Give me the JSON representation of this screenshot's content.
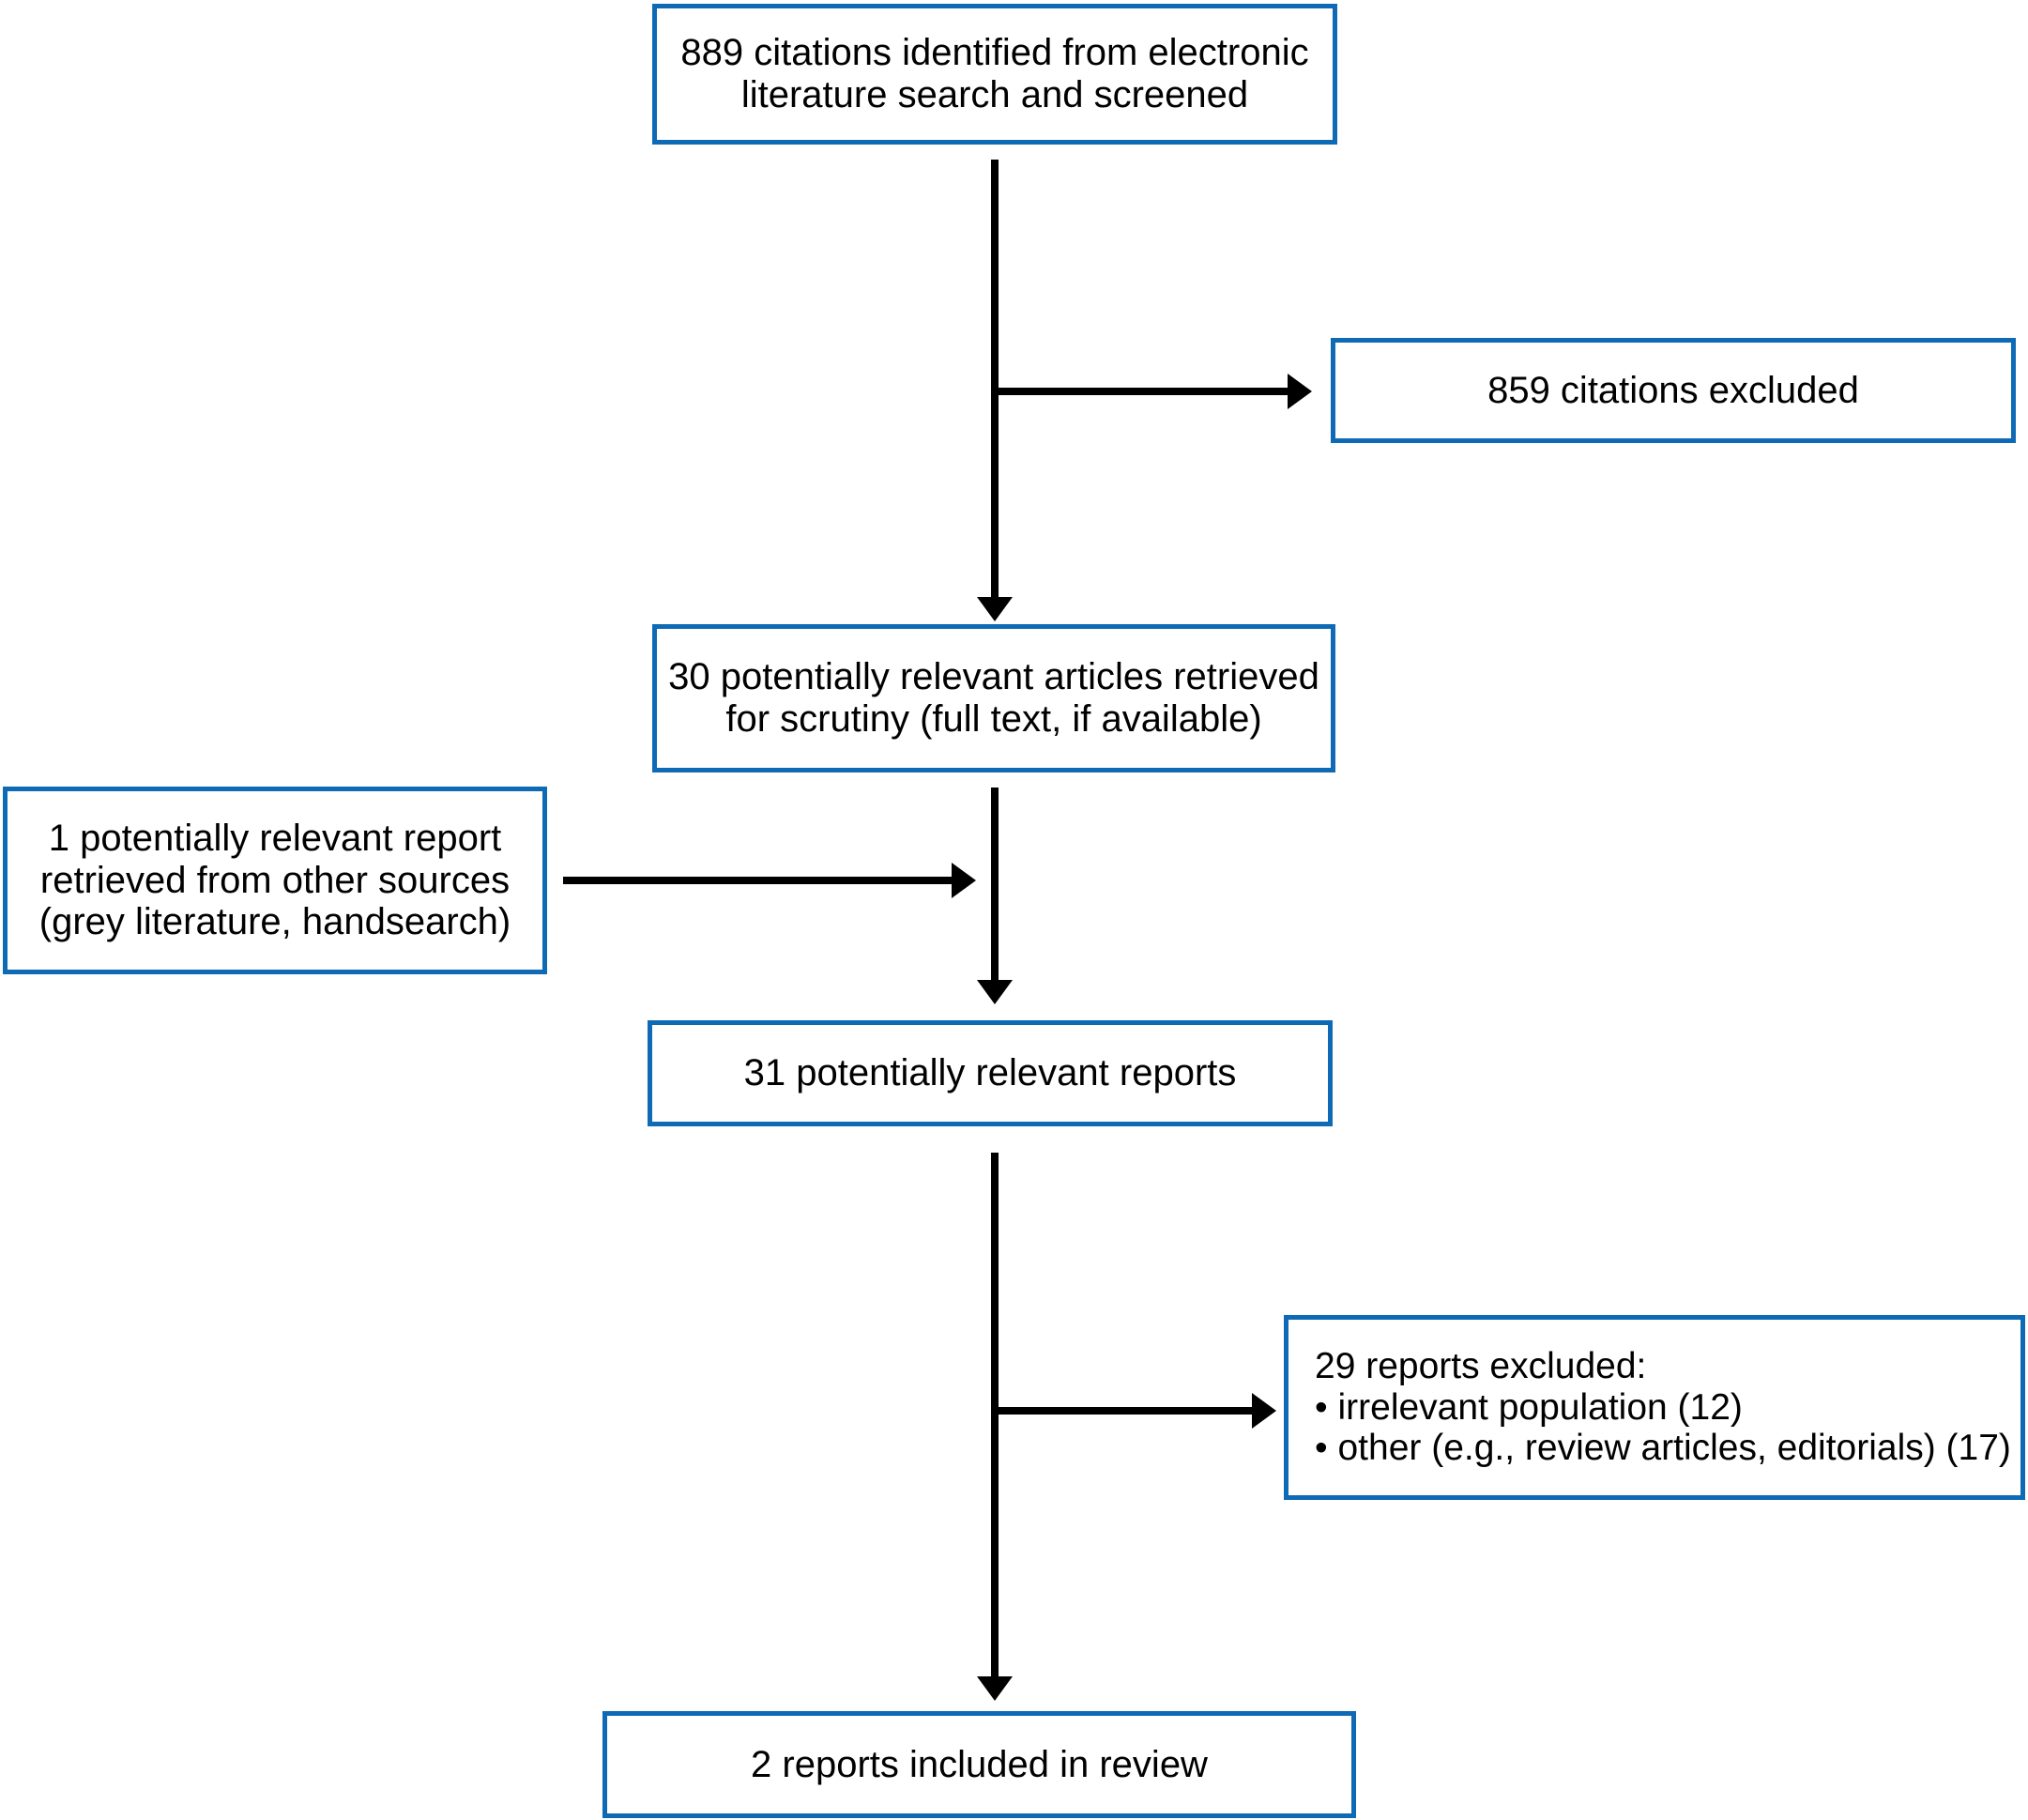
{
  "flow": {
    "identified": {
      "lines": [
        "889 citations identified from electronic",
        "literature search and screened"
      ]
    },
    "citations_excluded": {
      "lines": [
        "859 citations excluded"
      ]
    },
    "retrieved": {
      "lines": [
        "30 potentially relevant articles retrieved",
        "for scrutiny (full text, if available)"
      ]
    },
    "other_sources": {
      "lines": [
        "1 potentially relevant report",
        "retrieved from other sources",
        "(grey literature, handsearch)"
      ]
    },
    "relevant_reports": {
      "lines": [
        "31 potentially relevant reports"
      ]
    },
    "reports_excluded": {
      "lines": [
        "29 reports excluded:",
        "• irrelevant population (12)",
        "• other (e.g., review articles, editorials) (17)"
      ]
    },
    "included": {
      "lines": [
        "2 reports included in review"
      ]
    }
  },
  "colors": {
    "box_border": "#0e6ab4",
    "arrow": "#000000",
    "text": "#000000",
    "background": "#ffffff"
  }
}
